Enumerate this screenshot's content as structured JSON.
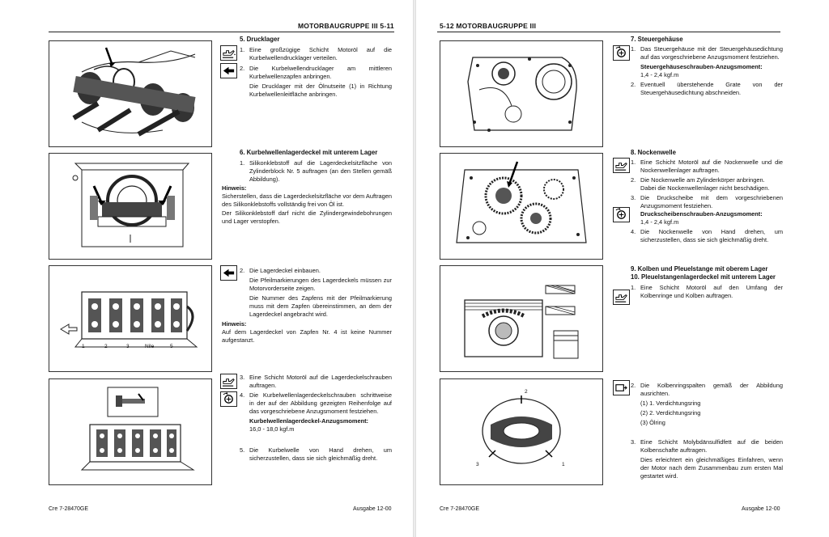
{
  "left": {
    "header": "MOTORBAUGRUPPE III 5-11",
    "footer_left": "Cre 7-28470GE",
    "footer_right": "Ausgabe 12-00",
    "blocks": [
      {
        "heading": "5.  Drucklager",
        "items": [
          {
            "n": "1.",
            "t": "Eine großzügige Schicht Motoröl auf die Kurbelwellendrucklager verteilen."
          },
          {
            "n": "2.",
            "t": "Die Kurbelwellendrucklager am mittleren Kurbelwellenzapfen anbringen."
          }
        ],
        "note": "Die Drucklager mit der Ölnutseite (1) in Richtung Kurbelwellenleitfläche anbringen."
      },
      {
        "heading": "6.  Kurbelwellenlagerdeckel mit unterem Lager",
        "item1": "Silikonklebstoff auf die Lagerdeckelsitzfläche von Zylinderblock Nr. 5 auftragen (an den Stellen gemäß Abbildung).",
        "hinweis_label": "Hinweis:",
        "hinweis1": "Sicherstellen, dass die Lagerdeckelsitzfläche vor dem Auftragen des Silikonklebstoffs vollständig frei von Öl ist.",
        "hinweis2": "Der Silikonklebstoff darf nicht die Zylindergewindebohrungen und Lager verstopfen."
      },
      {
        "item2": "Die Lagerdeckel einbauen.",
        "p1": "Die Pfeilmarkierungen des Lagerdeckels müssen zur Motorvorderseite zeigen.",
        "p2": "Die Nummer des Zapfens mit der Pfeilmarkierung muss mit dem Zapfen übereinstimmen, an dem der Lagerdeckel angebracht wird.",
        "hinweis_label": "Hinweis:",
        "hinweis": "Auf dem Lagerdeckel von Zapfen Nr. 4 ist keine Nummer aufgestanzt.",
        "fig_labels": [
          "1",
          "2",
          "3",
          "Nile",
          "5"
        ]
      },
      {
        "item3": "Eine Schicht Motoröl auf die Lagerdeckelschrauben auftragen.",
        "item4": "Die Kurbelwellenlagerdeckelschrauben schrittweise in der auf der Abbildung gezeigten Reihenfolge auf das vorgeschriebene Anzugsmoment festziehen.",
        "torque_label": "Kurbelwellenlagerdeckel-Anzugsmoment:",
        "torque_value": "16,0 - 18,0 kgf.m",
        "item5": "Die Kurbelwelle von Hand drehen, um sicherzustellen, dass sie sich gleichmäßig dreht."
      }
    ]
  },
  "right": {
    "header": "5-12 MOTORBAUGRUPPE III",
    "footer_left": "Cre 7-28470GE",
    "footer_right": "Ausgabe 12-00",
    "blocks": [
      {
        "heading": "7.  Steuergehäuse",
        "item1": "Das Steuergehäuse mit der Steuergehäusedichtung auf das vorgeschriebene Anzugsmoment festziehen.",
        "torque_label": "Steuergehäuseschrauben-Anzugsmoment:",
        "torque_value": "1,4 - 2,4 kgf.m",
        "item2": "Eventuell überstehende Grate von der Steuergehäusedichtung abschneiden."
      },
      {
        "heading": "8.  Nockenwelle",
        "item1": "Eine Schicht Motoröl auf die Nockenwelle und die Nockenwellenlager auftragen.",
        "item2": "Die Nockenwelle am Zylinderkörper anbringen.",
        "note": "Dabei die Nockenwellenlager nicht beschädigen.",
        "item3": "Die Druckscheibe mit dem vorgeschriebenen Anzugsmoment festziehen.",
        "torque_label": "Druckscheibenschrauben-Anzugsmoment:",
        "torque_value": "1,4 - 2,4 kgf.m",
        "item4": "Die Nockenwelle von Hand drehen, um sicherzustellen, dass sie sich gleichmäßig dreht."
      },
      {
        "heading9": "9.  Kolben und Pleuelstange mit oberem Lager",
        "heading10": "10. Pleuelstangenlagerdeckel mit unterem Lager",
        "item1": "Eine Schicht Motoröl auf den Umfang der Kolbenringe und Kolben auftragen."
      },
      {
        "item2": "Die Kolbenringspalten gemäß der Abbildung ausrichten.",
        "r1": "(1) 1. Verdichtungsring",
        "r2": "(2) 2. Verdichtungsring",
        "r3": "(3) Ölring",
        "item3": "Eine Schicht Molybdänsulfidfett auf die beiden Kolbenschafte auftragen.",
        "note": "Dies erleichtert ein gleichmäßiges Einfahren, wenn der Motor nach dem Zusammenbau zum ersten Mal gestartet wird.",
        "fig_labels": [
          "2",
          "3",
          "1"
        ]
      }
    ]
  },
  "icons": [
    "oil-can-icon",
    "install-arrow-icon",
    "torque-wrench-icon",
    "adjust-icon"
  ]
}
